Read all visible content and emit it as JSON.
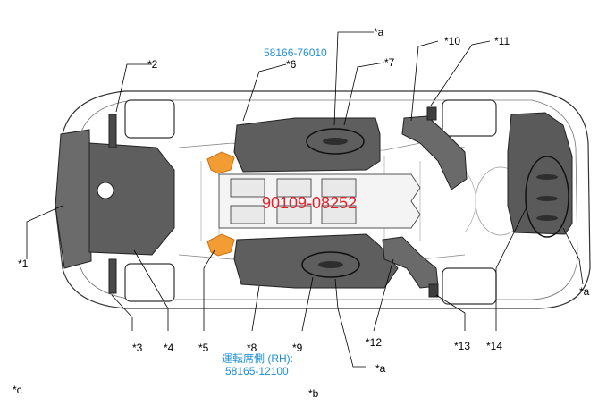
{
  "callouts": {
    "c1": "*1",
    "c2": "*2",
    "c3": "*3",
    "c4": "*4",
    "c5": "*5",
    "c6": "*6",
    "c7": "*7",
    "c8": "*8",
    "c9": "*9",
    "c10": "*10",
    "c11": "*11",
    "c12": "*12",
    "c13": "*13",
    "c14": "*14",
    "a_top": "*a",
    "a_right": "*a",
    "a_bottom": "*a"
  },
  "part_numbers": {
    "top_blue": "58166-76010",
    "center_red": "90109-08252",
    "bottom_label": "運転席側 (RH):",
    "bottom_number": "58165-12100"
  },
  "notes": {
    "b": "*b",
    "c": "*c"
  },
  "colors": {
    "outline": "#333333",
    "panel": "#5e5e5e",
    "panel_dark": "#3e3e3e",
    "highlight": "#f39c33",
    "arrow_red": "#e8202a",
    "label_blue": "#1f8fd6"
  }
}
